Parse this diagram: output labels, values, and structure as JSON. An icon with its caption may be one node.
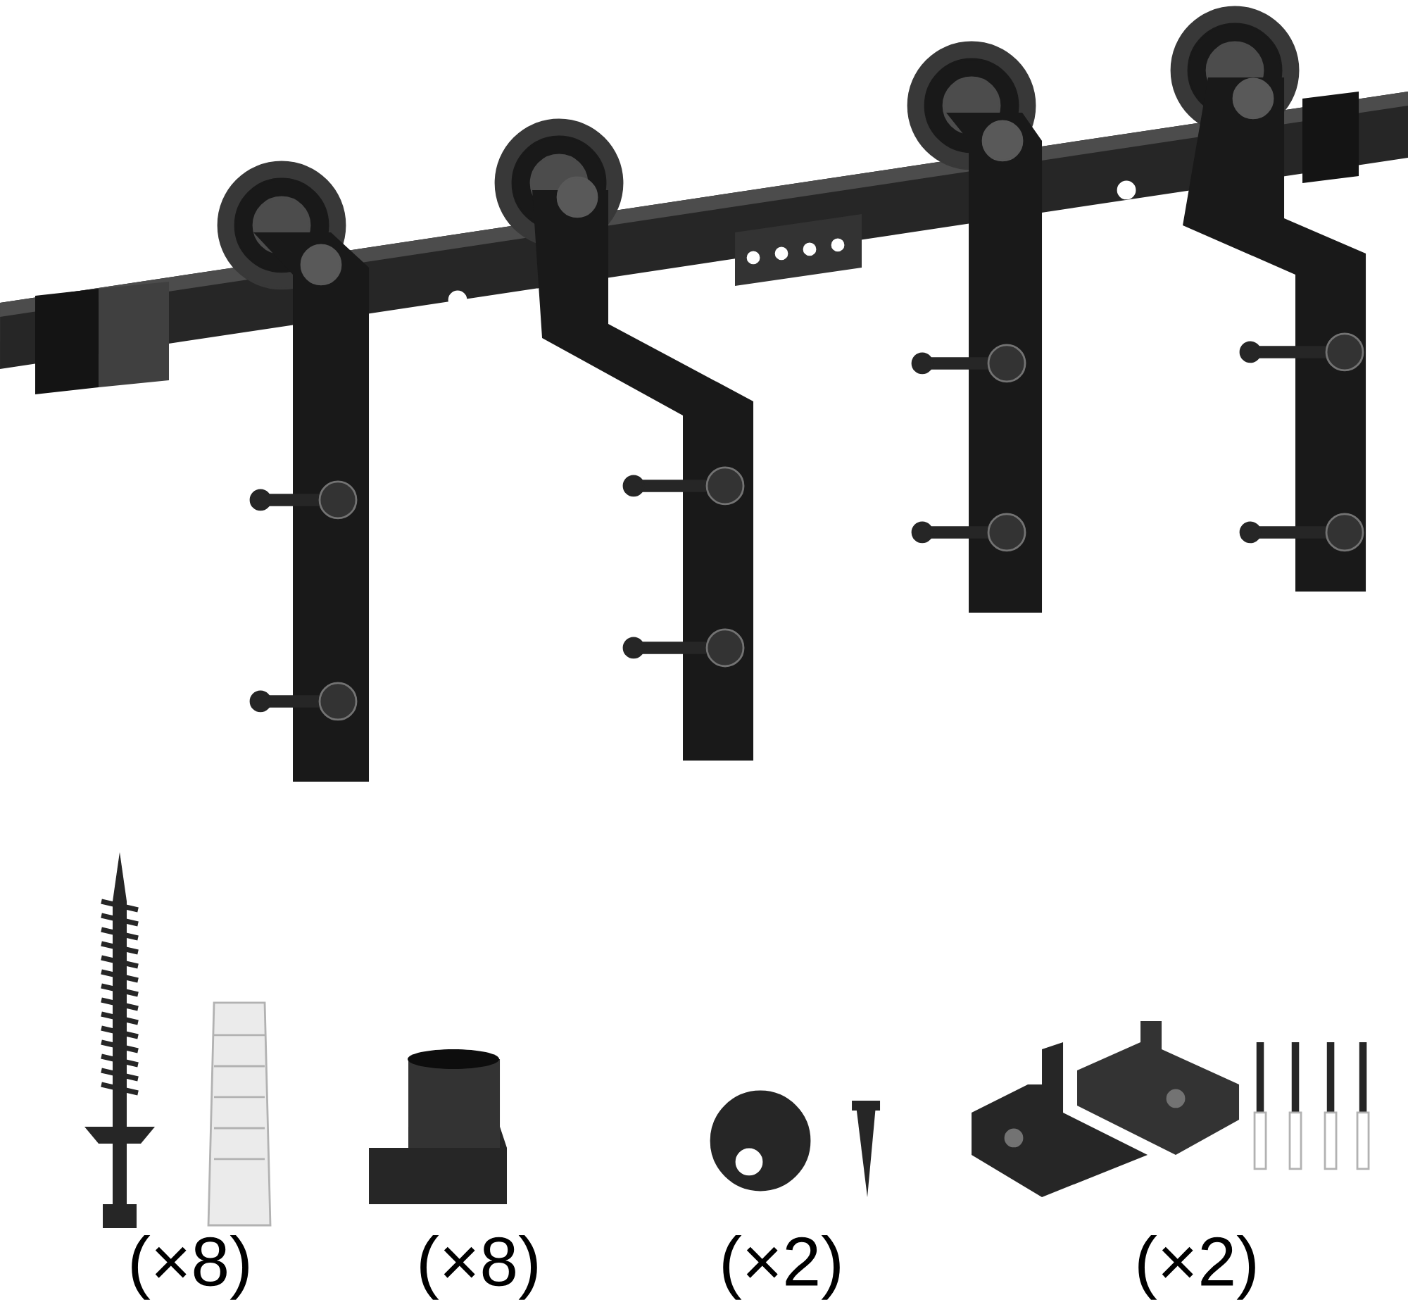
{
  "diagram": {
    "labels": [
      "(×8)",
      "(×8)",
      "(×2)",
      "(×2)"
    ]
  }
}
